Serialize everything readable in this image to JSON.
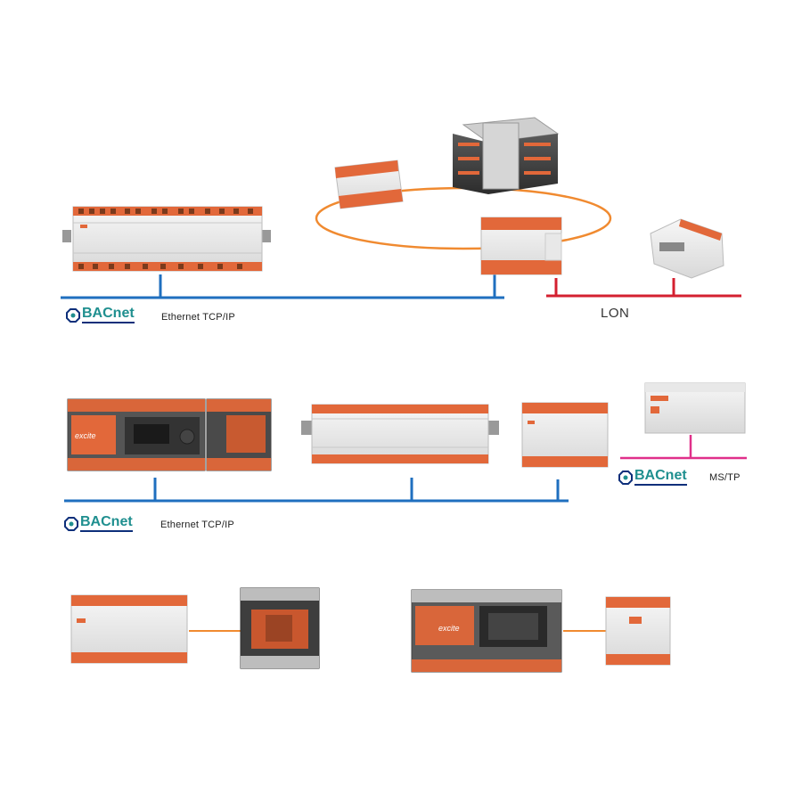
{
  "labels": {
    "bacnet": "BACnet",
    "ethernet_1": "Ethernet TCP/IP",
    "ethernet_2": "Ethernet TCP/IP",
    "lon": "LON",
    "mstp": "MS/TP",
    "brand_excite": "excite"
  },
  "colors": {
    "ethernet_bus": "#1f6fbf",
    "lon_bus": "#d42030",
    "mstp_bus": "#e0308a",
    "ring": "#f08a30",
    "device_orange": "#e2683a",
    "device_body": "#eeeeee",
    "bacnet_teal": "#1f8f8f",
    "bacnet_navy": "#0d2f7a"
  },
  "icons": {
    "bacnet_logo": "bacnet-logo-icon"
  }
}
